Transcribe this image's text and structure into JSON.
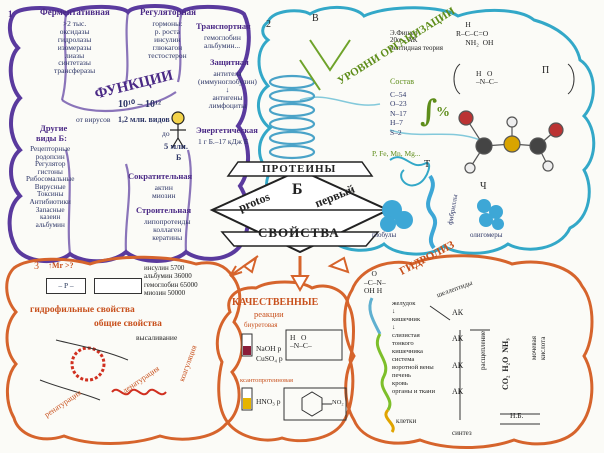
{
  "colors": {
    "functions": "#4b2a86",
    "levels": "#29a3c4",
    "properties": "#d2622a",
    "center": "#222222",
    "accent_green": "#6fa32a"
  },
  "center": {
    "title": "ПРОТЕИНЫ",
    "letter": "Б",
    "protos": "protos",
    "pervyi": "первый",
    "properties": "СВОЙСТВА"
  },
  "functions": {
    "number": "1",
    "title": "ФУНКЦИИ",
    "fermentative": {
      "title": "Ферментативная",
      "lines": [
        ">2 тыс.",
        "оксидазы",
        "гидролазы",
        "изомеразы",
        "лиазы",
        "синтетазы",
        "трансферазы"
      ]
    },
    "regulatory": {
      "title": "Регуляторная",
      "lines": [
        "гормоны:",
        "р. роста",
        "инсулин",
        "глюкагон",
        "тестостерон"
      ]
    },
    "transport": {
      "title": "Транспортная",
      "lines": [
        "гемоглобин",
        "альбумин..."
      ]
    },
    "protective": {
      "title": "Защитная",
      "lines": [
        "антитела",
        "(иммуноглобулин)",
        "↓",
        "антигены",
        "лимфоциты"
      ]
    },
    "other": {
      "title": "Другие",
      "title2": "виды Б:",
      "lines": [
        "Рецепторные",
        "родопсин",
        "Регулятор",
        "гистоны",
        "Рибосомальные",
        "Вирусные",
        "Токсины",
        "Антибиотики",
        "Запасные",
        "казеин",
        "альбумин"
      ]
    },
    "count": {
      "power": "10¹⁰ – 10¹²",
      "viruses": "от вирусов",
      "types": "1,2 млн. видов",
      "man": "до",
      "man_val": "5 млн.",
      "man_b": "Б"
    },
    "energy": {
      "title": "Энергетическая",
      "value": "1 г Б.–17 кДж Е"
    },
    "contractile": {
      "title": "Сократительная",
      "lines": [
        "актин",
        "миозин"
      ]
    },
    "structural": {
      "title": "Строительная",
      "lines": [
        "липопротеиды",
        "коллаген",
        "кератины"
      ]
    }
  },
  "levels": {
    "number": "2",
    "title": "УРОВНИ ОРГАНИЗАЦИИ",
    "level_B": "В",
    "level_P": "П",
    "level_T": "Т",
    "level_Ch": "Ч",
    "fisher": [
      "Э.Фишер",
      "20α – АК",
      "пептидная теория"
    ],
    "composition": {
      "title": "Состав",
      "items": [
        "С–54",
        "О–23",
        "N–17",
        "Н–7",
        "S–2"
      ],
      "percent": "%",
      "trace": "P, Fe, Mn, Mg..."
    },
    "globules": "глобулы",
    "fibrils": "фибриллы",
    "oligomers": "олигомеры",
    "formula": {
      "h": "H",
      "n": "N",
      "r": "R",
      "c": "C",
      "o": "O",
      "oh": "OH",
      "nh2": "NH₂"
    }
  },
  "properties": {
    "number": "3",
    "mr": "↑Mr >?",
    "pbox": "– P –",
    "masses": [
      "инсулин 5700",
      "альбумин 36000",
      "гемоглобин 65000",
      "миозин 50000"
    ],
    "hydrophilic": "гидрофильные свойства",
    "general": "общие свойства",
    "salting": "высаливание",
    "coagulation": "коагуляция",
    "denaturation": "денатурация",
    "renaturation": "ренатурация",
    "quality": {
      "title": "КАЧЕСТВЕННЫЕ",
      "subtitle": "реакции",
      "biuret": "биуретовая",
      "biuret_reagents": [
        "NaOH р",
        "CuSO₄ р"
      ],
      "xanth": "ксантопротеиновая",
      "xanth_reagent": "HNO₃ р",
      "no2": "NO₂"
    }
  },
  "hydrolysis": {
    "title": "ГИДРОЛИЗ",
    "formula": {
      "top": "O",
      "c": "C",
      "n": "N",
      "h": "H",
      "oh": "OH"
    },
    "enzyme": "шеллептиды",
    "organs": [
      "желудок",
      "кишечник",
      "слизистая",
      "тонкого",
      "кишечника",
      "система",
      "воротной вены",
      "печень",
      "кровь",
      "органы и ткани",
      "клетки"
    ],
    "ak": [
      "АК",
      "АК",
      "АК",
      "АК"
    ],
    "synthesis": "синтез",
    "split": "расщепление",
    "products": [
      "CO₂",
      "H₂O",
      "NH₃"
    ],
    "metab": [
      "мочевая",
      "кислота"
    ],
    "nb": "Н.Б."
  }
}
